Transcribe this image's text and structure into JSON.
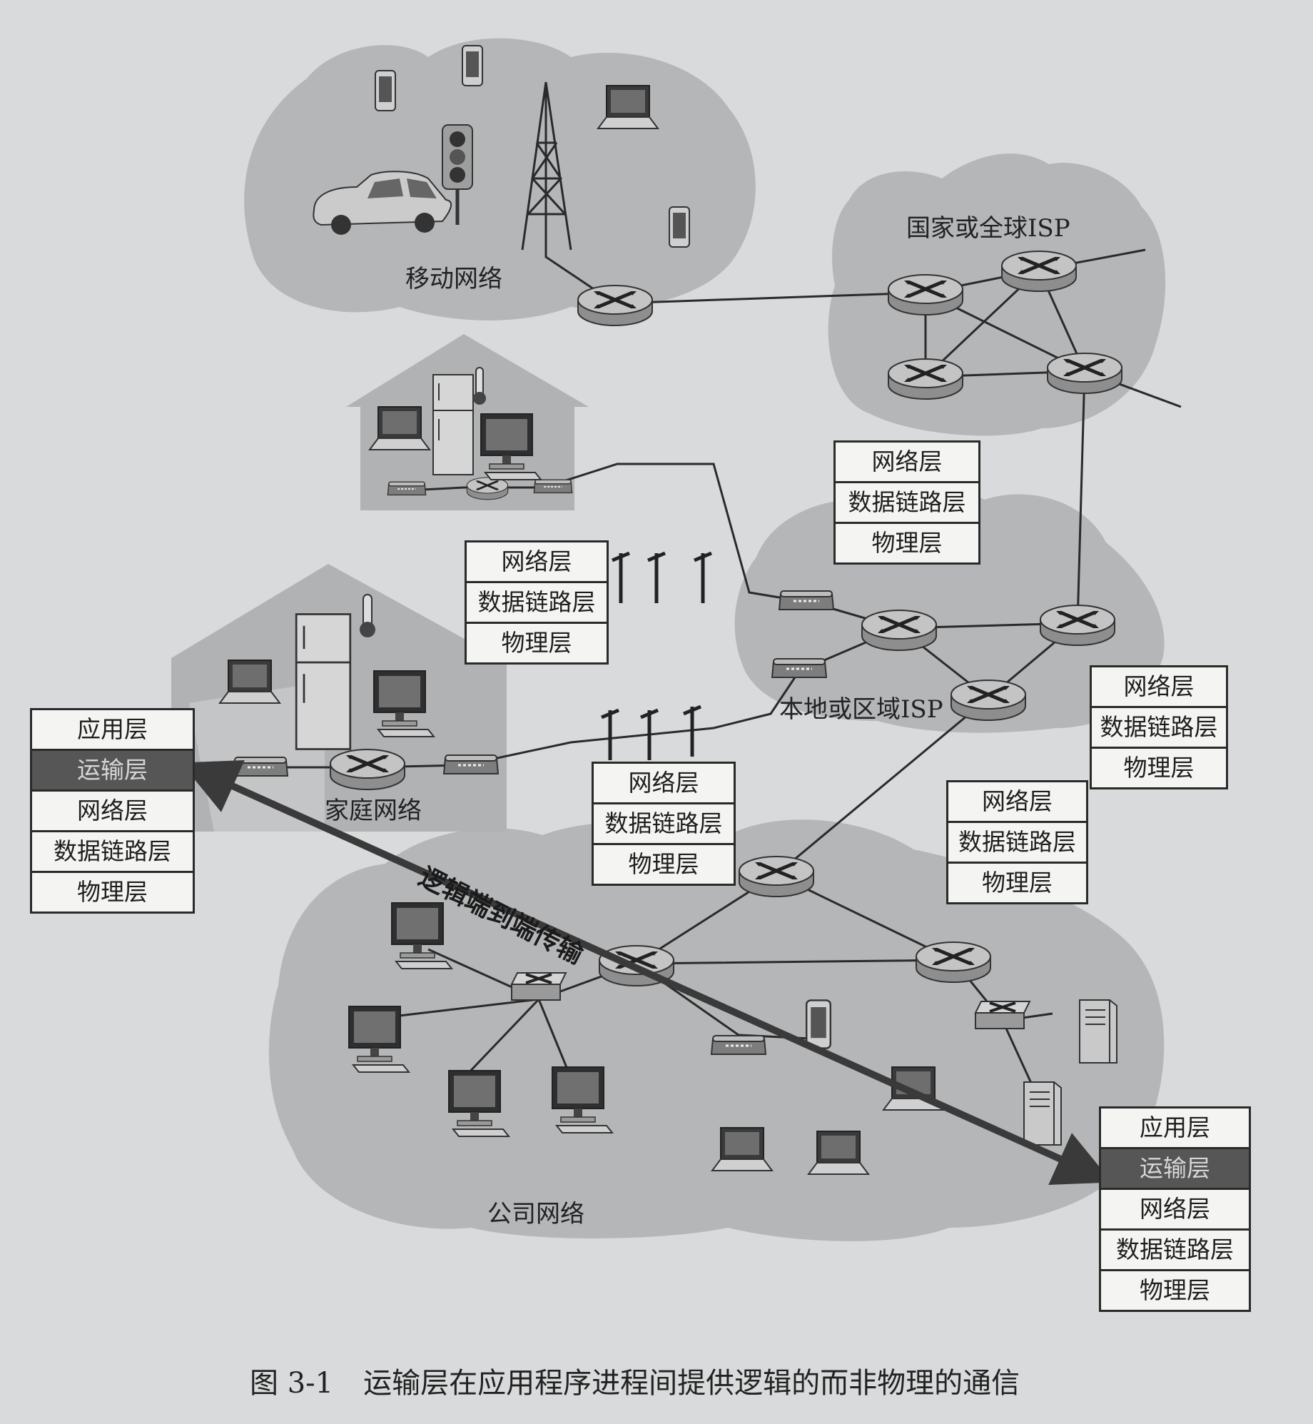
{
  "regions": {
    "mobile": "移动网络",
    "national_isp": "国家或全球ISP",
    "local_isp": "本地或区域ISP",
    "home": "家庭网络",
    "enterprise": "公司网络"
  },
  "full_stack": [
    "应用层",
    "运输层",
    "网络层",
    "数据链路层",
    "物理层"
  ],
  "router_stack": [
    "网络层",
    "数据链路层",
    "物理层"
  ],
  "arrow_label": "逻辑端到端传输",
  "caption": {
    "number": "图 3-1",
    "text": "运输层在应用程序进程间提供逻辑的而非物理的通信"
  },
  "colors": {
    "background": "#d9dadb",
    "cloud": "#b4b6b8",
    "highlight_layer": "#565656",
    "arrow": "#3a3a3a"
  }
}
